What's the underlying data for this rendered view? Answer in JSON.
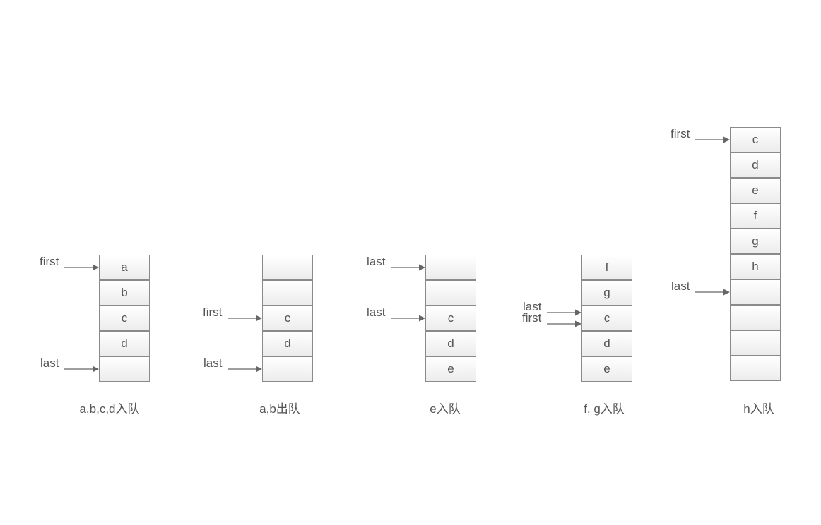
{
  "pointer_labels": {
    "first": "first",
    "last": "last"
  },
  "arrow_color": "#666666",
  "queues": [
    {
      "caption": "a,b,c,d入队",
      "cells": [
        "a",
        "b",
        "c",
        "d",
        ""
      ],
      "pointers": [
        {
          "label": "first",
          "cell": 0
        },
        {
          "label": "last",
          "cell": 4
        }
      ]
    },
    {
      "caption": "a,b出队",
      "cells": [
        "",
        "",
        "c",
        "d",
        ""
      ],
      "pointers": [
        {
          "label": "first",
          "cell": 2
        },
        {
          "label": "last",
          "cell": 4
        }
      ]
    },
    {
      "caption": "e入队",
      "cells": [
        "",
        "",
        "c",
        "d",
        "e"
      ],
      "pointers": [
        {
          "label": "last",
          "cell": 0
        },
        {
          "label": "last",
          "cell": 2
        }
      ]
    },
    {
      "caption": "f, g入队",
      "cells": [
        "f",
        "g",
        "c",
        "d",
        "e"
      ],
      "pointers": [
        {
          "label": "last",
          "cell": 2,
          "offset": "upper"
        },
        {
          "label": "first",
          "cell": 2,
          "offset": "lower"
        }
      ]
    },
    {
      "caption": "h入队",
      "cells": [
        "c",
        "d",
        "e",
        "f",
        "g",
        "h",
        "",
        "",
        "",
        ""
      ],
      "pointers": [
        {
          "label": "first",
          "cell": 0
        },
        {
          "label": "last",
          "cell": 6
        }
      ]
    }
  ]
}
